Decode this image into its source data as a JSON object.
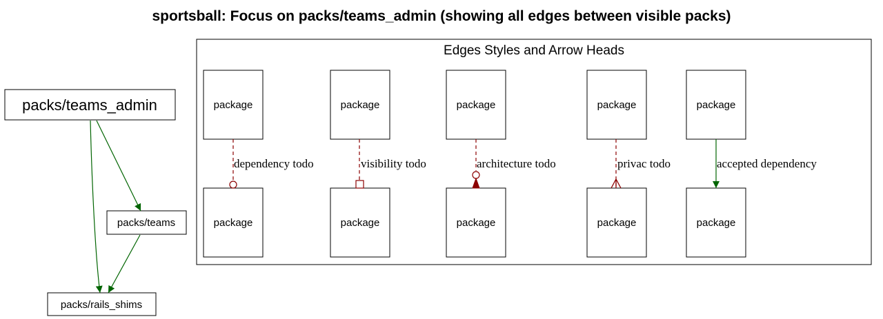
{
  "title": "sportsball: Focus on packs/teams_admin (showing all edges between visible packs)",
  "colors": {
    "accepted": "#006400",
    "todo": "#8b0000",
    "stroke": "#000000"
  },
  "nodes": {
    "teams_admin": "packs/teams_admin",
    "teams": "packs/teams",
    "rails_shims": "packs/rails_shims"
  },
  "legend": {
    "title": "Edges Styles and Arrow Heads",
    "package_label": "package",
    "edges": [
      {
        "label": "dependency todo",
        "style": "dashed",
        "color": "#8b0000",
        "head": "odot"
      },
      {
        "label": "visibility todo",
        "style": "dashed",
        "color": "#8b0000",
        "head": "obox"
      },
      {
        "label": "architecture todo",
        "style": "dashed",
        "color": "#8b0000",
        "head": "normal-odot"
      },
      {
        "label": "privac todo",
        "style": "dashed",
        "color": "#8b0000",
        "head": "crow"
      },
      {
        "label": "accepted dependency",
        "style": "solid",
        "color": "#006400",
        "head": "normal"
      }
    ]
  }
}
